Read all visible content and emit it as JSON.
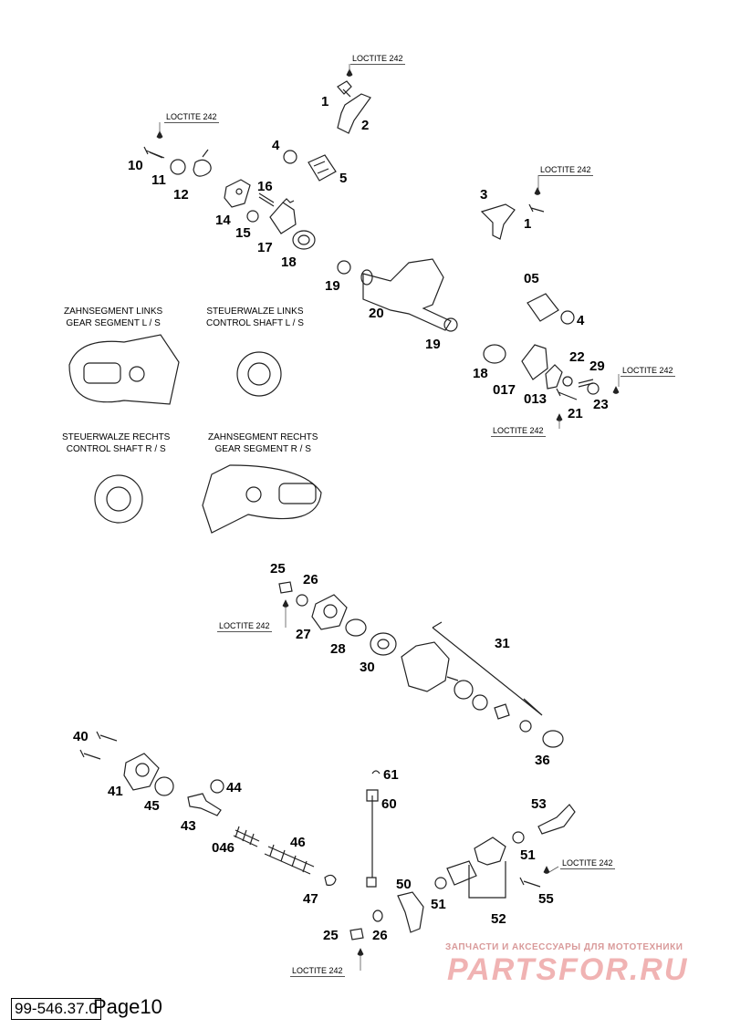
{
  "labels": {
    "n1a": "1",
    "n2": "2",
    "n4a": "4",
    "n5": "5",
    "n10": "10",
    "n11": "11",
    "n12": "12",
    "n14": "14",
    "n15": "15",
    "n16": "16",
    "n17": "17",
    "n18a": "18",
    "n3": "3",
    "n1b": "1",
    "n19a": "19",
    "n20": "20",
    "n19b": "19",
    "n05": "05",
    "n4b": "4",
    "n18b": "18",
    "n017": "017",
    "n013": "013",
    "n22": "22",
    "n29": "29",
    "n23": "23",
    "n21": "21",
    "n25a": "25",
    "n26a": "26",
    "n27": "27",
    "n28": "28",
    "n30": "30",
    "n31": "31",
    "n36": "36",
    "n40": "40",
    "n41": "41",
    "n45": "45",
    "n44": "44",
    "n43": "43",
    "n046": "046",
    "n46": "46",
    "n47": "47",
    "n61": "61",
    "n60": "60",
    "n50": "50",
    "n51a": "51",
    "n52": "52",
    "n53": "53",
    "n51b": "51",
    "n55": "55",
    "n25b": "25",
    "n26b": "26"
  },
  "loctite": {
    "l1": "LOCTITE 242",
    "l2": "LOCTITE 242",
    "l3": "LOCTITE 242",
    "l4": "LOCTITE 242",
    "l5": "LOCTITE 242",
    "l6": "LOCTITE 242",
    "l7": "LOCTITE 242",
    "l8": "LOCTITE 242"
  },
  "captions": {
    "gear_l_de": "ZAHNSEGMENT LINKS",
    "gear_l_en": "GEAR SEGMENT L / S",
    "ctrl_l_de": "STEUERWALZE LINKS",
    "ctrl_l_en": "CONTROL SHAFT L / S",
    "ctrl_r_de": "STEUERWALZE RECHTS",
    "ctrl_r_en": "CONTROL SHAFT R / S",
    "gear_r_de": "ZAHNSEGMENT RECHTS",
    "gear_r_en": "GEAR SEGMENT R / S"
  },
  "footer": {
    "code": "99-546.37.0",
    "page": "Page10"
  },
  "watermark": {
    "tagline": "ЗАПЧАСТИ И АКСЕССУАРЫ ДЛЯ МОТОТЕХНИКИ",
    "brand": "PARTSFOR.RU",
    "color": "#f0b3b3"
  }
}
